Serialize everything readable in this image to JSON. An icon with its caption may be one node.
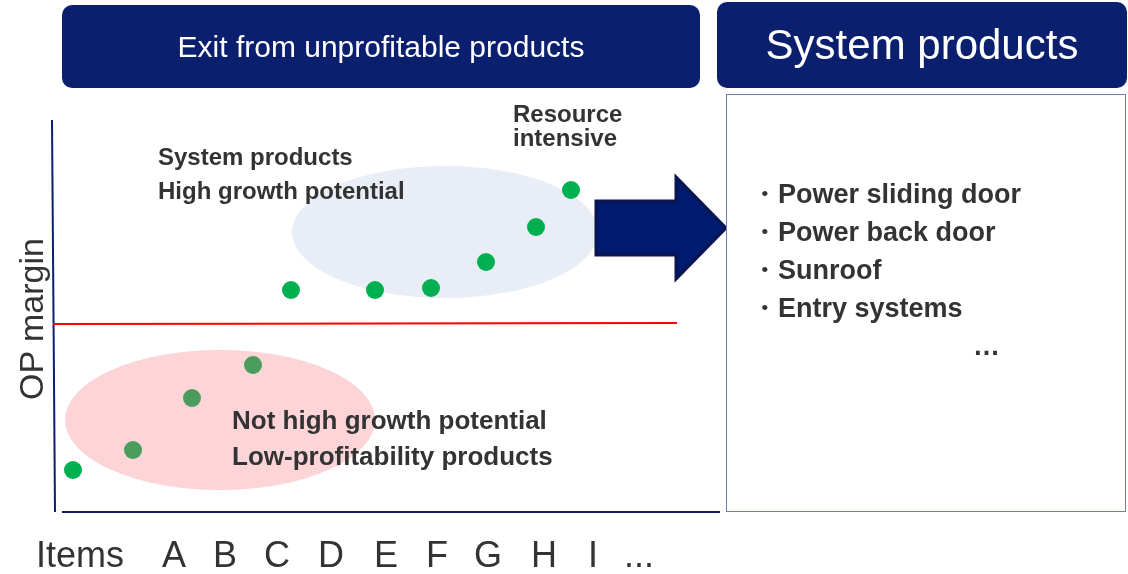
{
  "diagram": {
    "nodes": [
      {
        "text": [
          "Exit from unprofitable products"
        ]
      },
      {
        "text": [
          "System products"
        ]
      },
      {
        "text": [],
        "shape": "ellipse"
      },
      {
        "text": [
          "・Power sliding door",
          "・Power back door",
          "・Sunroof",
          "・Entry systems",
          "…"
        ]
      },
      {
        "text": [],
        "shape": "ellipse"
      }
    ],
    "edges": [
      {
        "from": 2,
        "to": 3,
        "arrow": "to",
        "style": "thick",
        "color": "#001a6e"
      }
    ],
    "labels": [
      "Resource intensive",
      "System products",
      "High growth potential",
      "OP margin",
      "Not high growth potential",
      "Low-profitability products",
      "Items",
      "A",
      "B",
      "C",
      "D",
      "E",
      "F",
      "G",
      "H",
      "I",
      "..."
    ]
  }
}
